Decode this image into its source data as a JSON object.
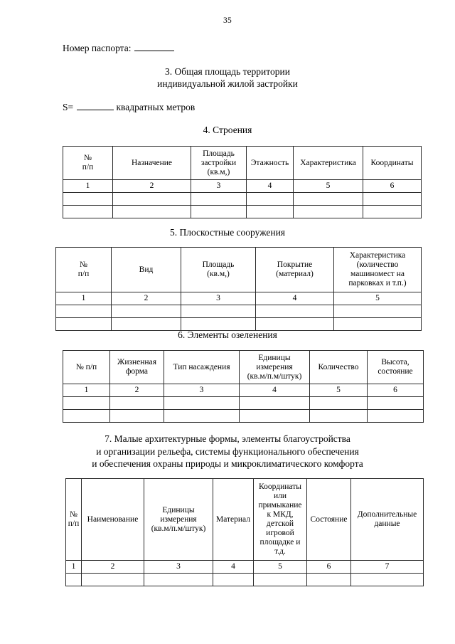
{
  "page": {
    "number": "35"
  },
  "passport": {
    "label": "Номер паспорта:"
  },
  "section3": {
    "line1": "3. Общая площадь территории",
    "line2": "индивидуальной жилой застройки",
    "area_prefix": "S=",
    "area_suffix": "квадратных метров"
  },
  "section4": {
    "heading": "4. Строения",
    "headers": [
      "№\nп/п",
      "Назначение",
      "Площадь\nзастройки\n(кв.м,)",
      "Этажность",
      "Характеристика",
      "Координаты"
    ],
    "header_lines": [
      [
        "№",
        "п/п"
      ],
      [
        "Назначение"
      ],
      [
        "Площадь",
        "застройки",
        "(кв.м,)"
      ],
      [
        "Этажность"
      ],
      [
        "Характеристика"
      ],
      [
        "Координаты"
      ]
    ],
    "number_row": [
      "1",
      "2",
      "3",
      "4",
      "5",
      "6"
    ],
    "empty_rows": 2
  },
  "section5": {
    "heading": "5. Плоскостные сооружения",
    "header_lines": [
      [
        "№",
        "п/п"
      ],
      [
        "Вид"
      ],
      [
        "Площадь",
        "(кв.м,)"
      ],
      [
        "Покрытие",
        "(материал)"
      ],
      [
        "Характеристика",
        "(количество",
        "машиномест на",
        "парковках и т.п.)"
      ]
    ],
    "number_row": [
      "1",
      "2",
      "3",
      "4",
      "5"
    ],
    "empty_rows": 2
  },
  "section6": {
    "heading": "6. Элементы озеленения",
    "header_lines": [
      [
        "№ п/п"
      ],
      [
        "Жизненная",
        "форма"
      ],
      [
        "Тип насаждения"
      ],
      [
        "Единицы",
        "измерения",
        "(кв.м/п.м/штук)"
      ],
      [
        "Количество"
      ],
      [
        "Высота,",
        "состояние"
      ]
    ],
    "number_row": [
      "1",
      "2",
      "3",
      "4",
      "5",
      "6"
    ],
    "empty_rows": 2
  },
  "section7": {
    "heading_line1": "7. Малые архитектурные формы, элементы благоустройства",
    "heading_line2": "и организации рельефа, системы функционального обеспечения",
    "heading_line3": "и обеспечения охраны природы и микроклиматического комфорта",
    "header_lines": [
      [
        "№",
        "п/п"
      ],
      [
        "Наименование"
      ],
      [
        "Единицы",
        "измерения",
        "(кв.м/п.м/штук)"
      ],
      [
        "Материал"
      ],
      [
        "Координаты",
        "или",
        "примыкание",
        "к МКД,",
        "детской",
        "игровой",
        "площадке и",
        "т.д."
      ],
      [
        "Состояние"
      ],
      [
        "Дополнительные",
        "данные"
      ]
    ],
    "number_row": [
      "1",
      "2",
      "3",
      "4",
      "5",
      "6",
      "7"
    ],
    "empty_rows": 1
  }
}
